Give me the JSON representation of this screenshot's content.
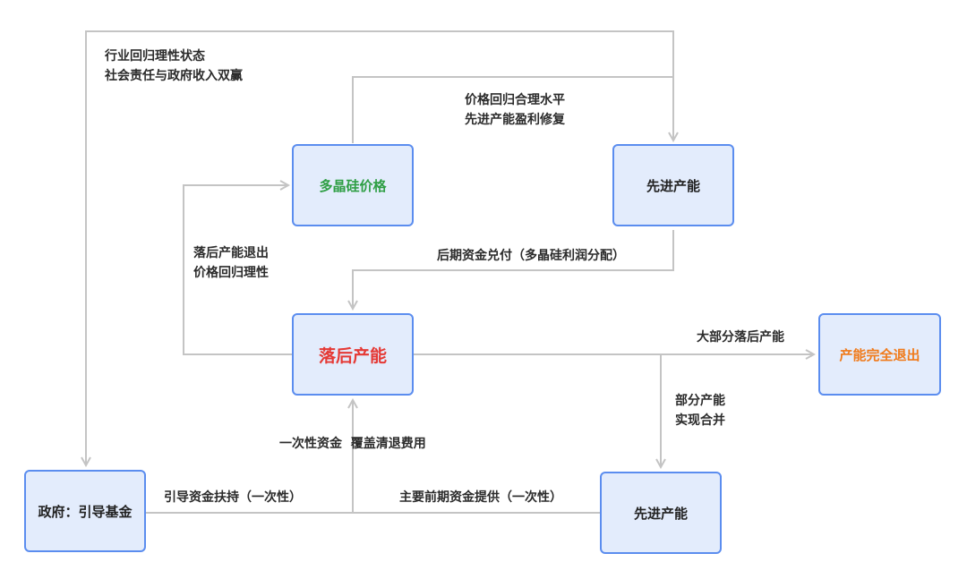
{
  "nodes": {
    "polysilicon_price": {
      "label": "多晶硅价格",
      "color": "#2e9e44"
    },
    "advanced_capacity_top": {
      "label": "先进产能",
      "color": "#222222"
    },
    "backward_capacity": {
      "label": "落后产能",
      "color": "#e53935"
    },
    "full_exit": {
      "label": "产能完全退出",
      "color": "#f07a1a"
    },
    "government_fund": {
      "label": "政府：引导基金",
      "color": "#222222"
    },
    "advanced_capacity_bottom": {
      "label": "先进产能",
      "color": "#222222"
    }
  },
  "edges": {
    "industry_return": [
      "行业回归理性状态",
      "社会责任与政府收入双赢"
    ],
    "price_return": [
      "价格回归合理水平",
      "先进产能盈利修复"
    ],
    "later_funding": "后期资金兑付（多晶硅利润分配）",
    "exit_price": [
      "落后产能退出",
      "价格回归理性"
    ],
    "most_backward": "大部分落后产能",
    "partial_merge": [
      "部分产能",
      "实现合并"
    ],
    "one_time_fund": "一次性资金  覆盖清退费用",
    "guide_fund_support": "引导资金扶持（一次性）",
    "main_early_funding": "主要前期资金提供（一次性）"
  },
  "colors": {
    "node_fill": "#e3ecfc",
    "node_border": "#5b8def",
    "connector": "#c4c4c4"
  }
}
